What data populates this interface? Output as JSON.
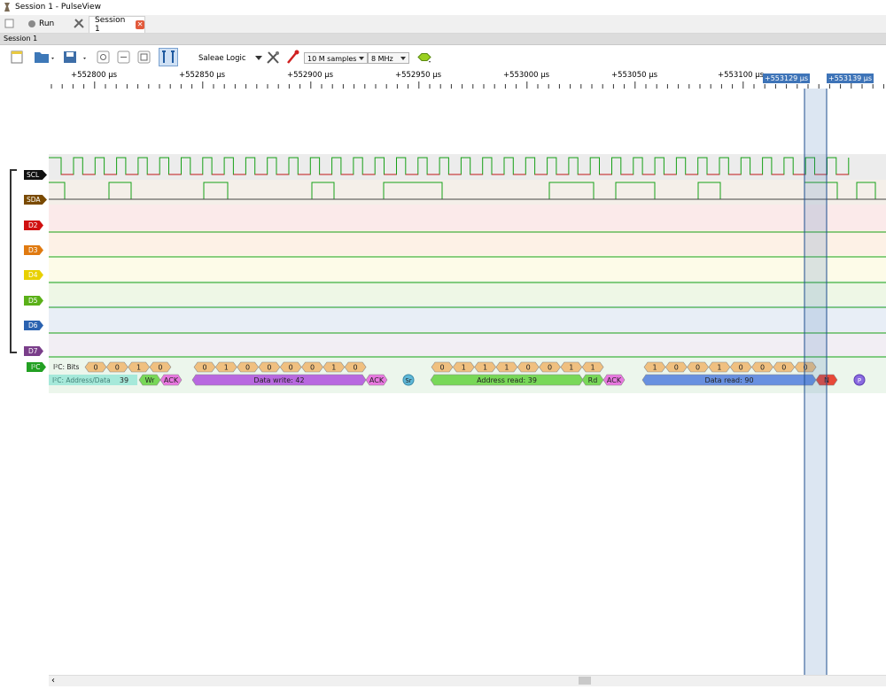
{
  "window": {
    "title": "Session 1 - PulseView"
  },
  "tabs": {
    "run_label": "Run",
    "session_tab": "Session 1",
    "close_glyph": "✕"
  },
  "session_bar": {
    "label": "Session 1"
  },
  "toolbar": {
    "device": "Saleae Logic",
    "samples": "10 M samples",
    "rate": "8 MHz"
  },
  "ruler": {
    "labels": [
      "+552800 µs",
      "+552850 µs",
      "+552900 µs",
      "+552950 µs",
      "+553000 µs",
      "+553050 µs",
      "+553100 µs"
    ],
    "cursor_a": "+553129 µs",
    "cursor_b": "+553139 µs"
  },
  "channels": [
    {
      "name": "SCL",
      "color": "#111111"
    },
    {
      "name": "SDA",
      "color": "#7a4a00"
    },
    {
      "name": "D2",
      "color": "#d01010"
    },
    {
      "name": "D3",
      "color": "#e07a10"
    },
    {
      "name": "D4",
      "color": "#e8d000"
    },
    {
      "name": "D5",
      "color": "#5ab018"
    },
    {
      "name": "D6",
      "color": "#2a62b0"
    },
    {
      "name": "D7",
      "color": "#7a3e8a"
    },
    {
      "name": "I²C",
      "color": "#23a023"
    }
  ],
  "decoder": {
    "bits_row_label": "I²C: Bits",
    "addr_row_label": "I²C: Address/Data",
    "bits_group1": [
      "0",
      "0",
      "1",
      "0"
    ],
    "bits_group2": [
      "0",
      "1",
      "0",
      "0",
      "0",
      "0",
      "1",
      "0"
    ],
    "bits_group3": [
      "0",
      "1",
      "1",
      "1",
      "0",
      "0",
      "1",
      "1"
    ],
    "bits_group4": [
      "1",
      "0",
      "0",
      "1",
      "0",
      "0",
      "0",
      "0"
    ],
    "ann_addr_value": "39",
    "ann_wr": "Wr",
    "ann_ack1": "ACK",
    "ann_data_write": "Data write: 42",
    "ann_ack2": "ACK",
    "ann_sr": "Sr",
    "ann_addr_read": "Address read: 39",
    "ann_rd": "Rd",
    "ann_ack3": "ACK",
    "ann_data_read": "Data read: 90",
    "ann_nack": "N",
    "ann_stop": "P"
  },
  "colors": {
    "trace_high": "#16a016",
    "trace_low": "#c01818",
    "bit_fill": "#f0c080",
    "ack_fill": "#e878e0",
    "addr_fill": "#60dcc8",
    "data_write_fill": "#b868e0",
    "addr_read_fill": "#78d858",
    "data_read_fill": "#6890e0",
    "nack_fill": "#e84838",
    "cursor_fill": "#3e74b8"
  },
  "icons": [
    "app-icon",
    "new-session-icon",
    "open-icon",
    "save-icon",
    "zoom-in-icon",
    "zoom-out-icon",
    "zoom-fit-icon",
    "cursor-icon",
    "config-icon",
    "probe-icon",
    "decoder-icon"
  ]
}
